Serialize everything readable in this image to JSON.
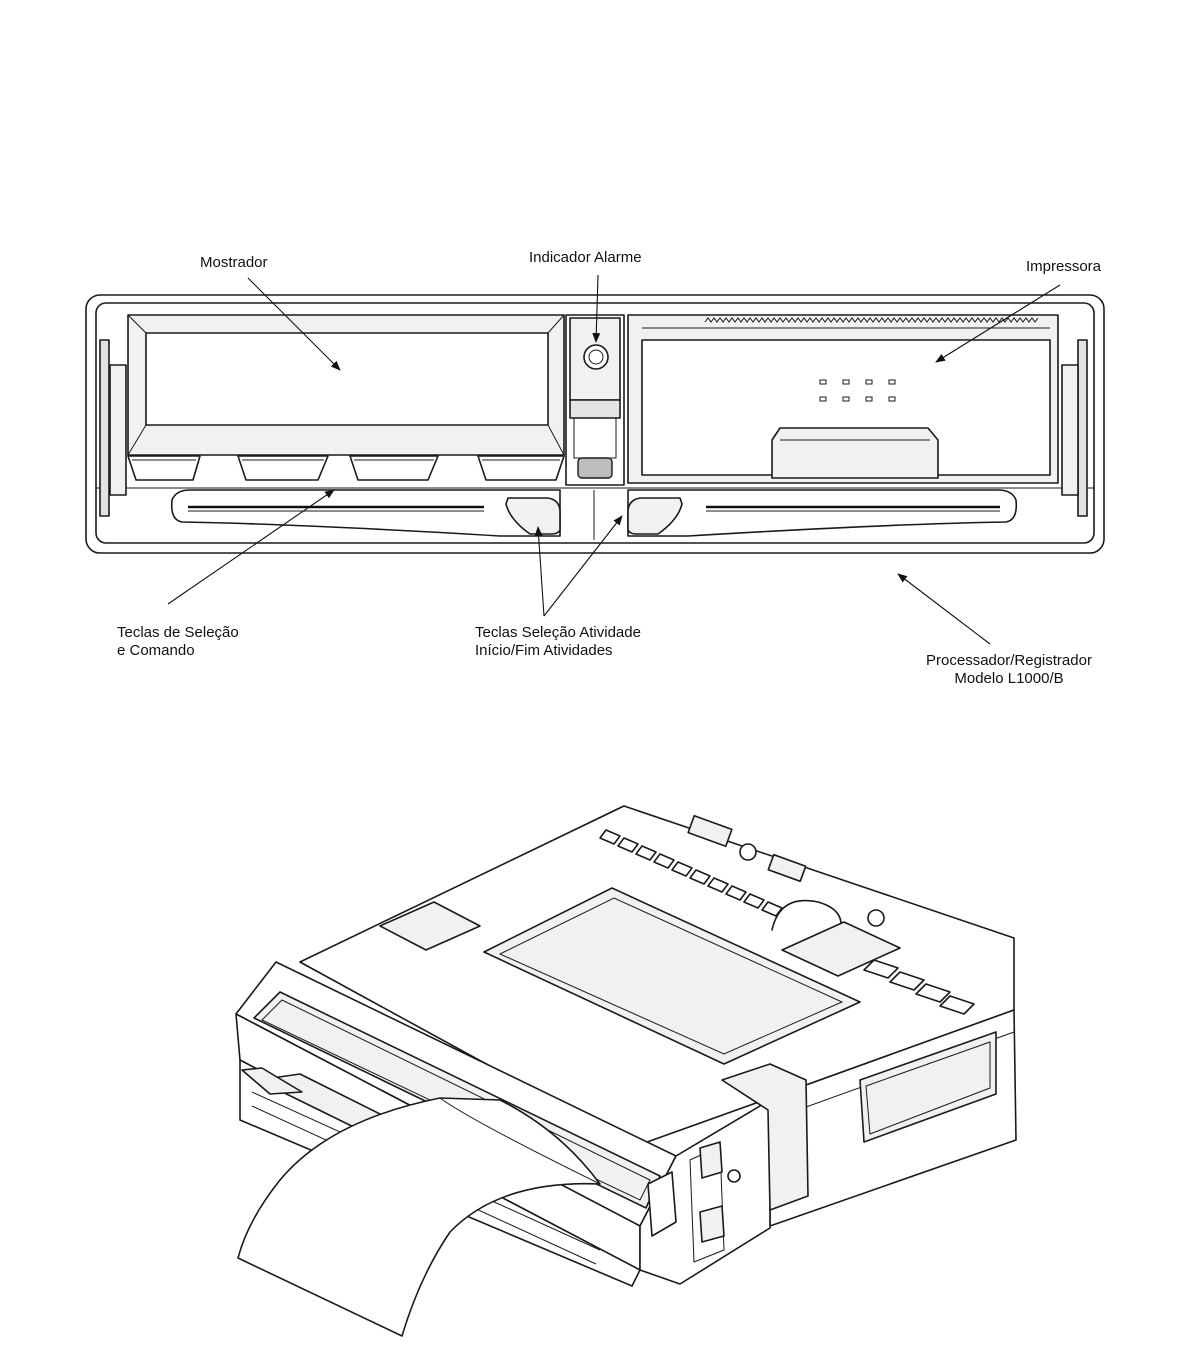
{
  "labels": {
    "mostrador": "Mostrador",
    "indicador_alarme": "Indicador Alarme",
    "impressora": "Impressora",
    "teclas_selecao_line1": "Teclas de Seleção",
    "teclas_selecao_line2": "e Comando",
    "teclas_atividade_line1": "Teclas Seleção Atividade",
    "teclas_atividade_line2": "Início/Fim Atividades",
    "processador_line1": "Processador/Registrador",
    "processador_line2": "Modelo L1000/B"
  }
}
